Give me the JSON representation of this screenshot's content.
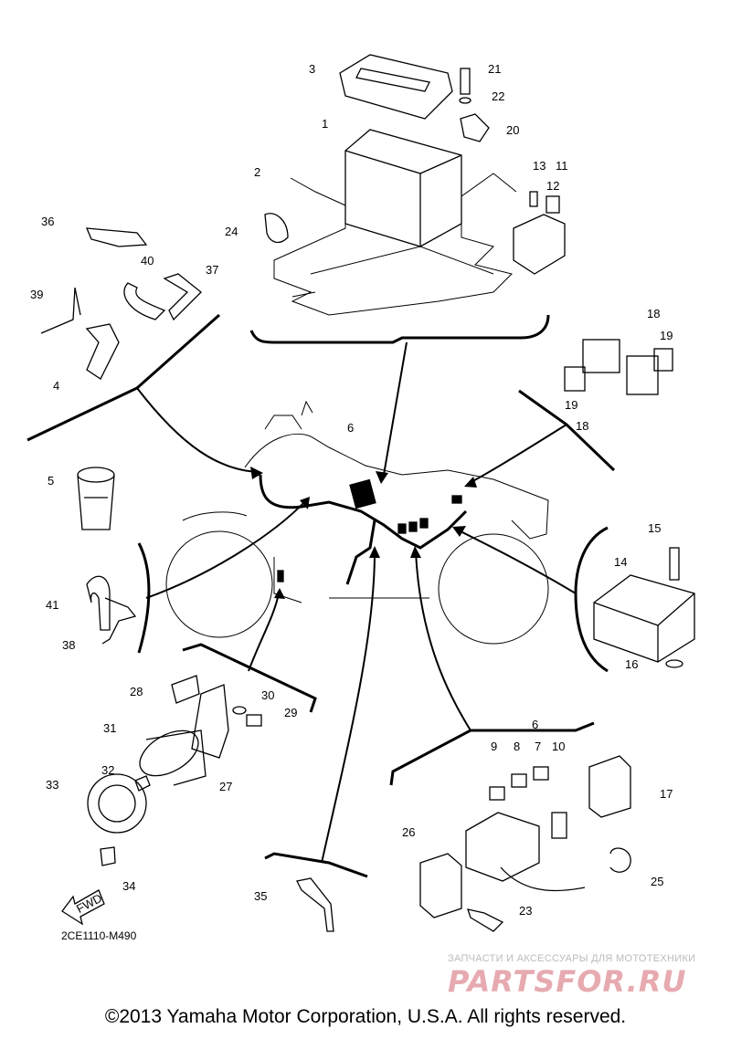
{
  "diagram_code": "2CE1110-M490",
  "fwd_label": "FWD",
  "watermark": {
    "subtitle": "ЗАПЧАСТИ И АКСЕССУАРЫ ДЛЯ МОТОТЕХНИКИ",
    "logo": "PARTSFOR.RU"
  },
  "copyright": "©2013 Yamaha Motor Corporation, U.S.A. All rights reserved.",
  "callouts": [
    "1",
    "2",
    "3",
    "4",
    "5",
    "6",
    "6",
    "7",
    "8",
    "9",
    "10",
    "11",
    "12",
    "13",
    "14",
    "15",
    "16",
    "17",
    "18",
    "18",
    "19",
    "19",
    "19",
    "20",
    "21",
    "22",
    "23",
    "24",
    "25",
    "26",
    "27",
    "28",
    "29",
    "30",
    "31",
    "32",
    "33",
    "34",
    "35",
    "36",
    "37",
    "38",
    "39",
    "40",
    "41"
  ]
}
